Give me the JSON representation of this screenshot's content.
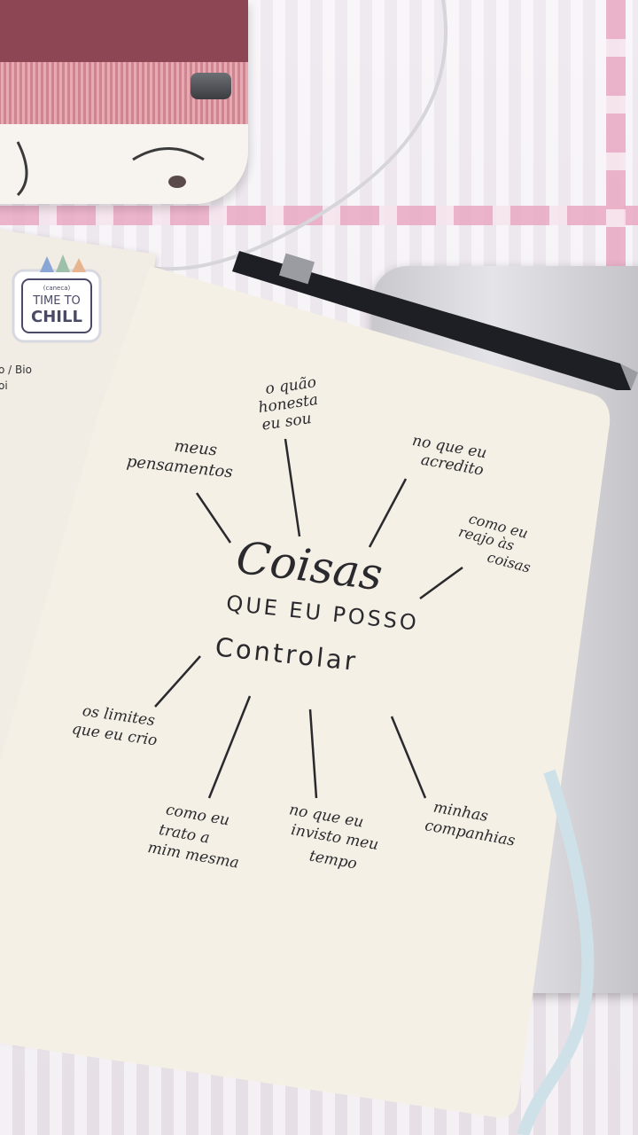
{
  "sticker": {
    "top_small": "(caneca)",
    "line1": "TIME TO",
    "line2": "CHILL"
  },
  "left_page_fragment": [
    "o / Bio",
    "oi"
  ],
  "title": {
    "line1": "Coisas",
    "line2": "QUE EU POSSO",
    "line3": "Controlar"
  },
  "branches": {
    "honesta": [
      "o quão",
      "honesta",
      "eu sou"
    ],
    "pensamentos": [
      "meus",
      "pensamentos"
    ],
    "acredito": [
      "no que eu",
      "acredito"
    ],
    "reajo": [
      "como eu",
      "reajo às",
      "coisas"
    ],
    "limites": [
      "os limites",
      "que eu crio"
    ],
    "trato": [
      "como eu",
      "trato a",
      "mim mesma"
    ],
    "invisto": [
      "no que eu",
      "invisto meu",
      "tempo"
    ],
    "companhias": [
      "minhas",
      "companhias"
    ]
  },
  "colors": {
    "paper": "#f5f0e6",
    "ink": "#2a2a2e",
    "pink_stripe": "#eaa9c2",
    "pencil_case": "#8c4654"
  }
}
